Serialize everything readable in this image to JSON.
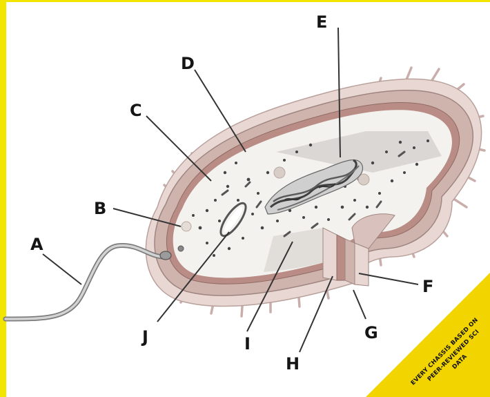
{
  "labels": {
    "a": "A",
    "b": "B",
    "c": "C",
    "d": "D",
    "e": "E",
    "f": "F",
    "g": "G",
    "h": "H",
    "i": "I",
    "j": "J"
  },
  "watermark": {
    "line1": "EVERY CHASSIS BASED ON",
    "line2": "PEER-REVIEWED SCI",
    "line3": "DATA"
  },
  "colors": {
    "frame": "#f2e600",
    "pili": "#c9aeab",
    "capsule": "#e9d7d3",
    "cell_wall": "#cfb3ad",
    "cytoplasm": "#f4f2ef",
    "nucleoid": "#8a8a8a",
    "flagellum": "#9c9c9c",
    "watermark": "#f2d400"
  }
}
